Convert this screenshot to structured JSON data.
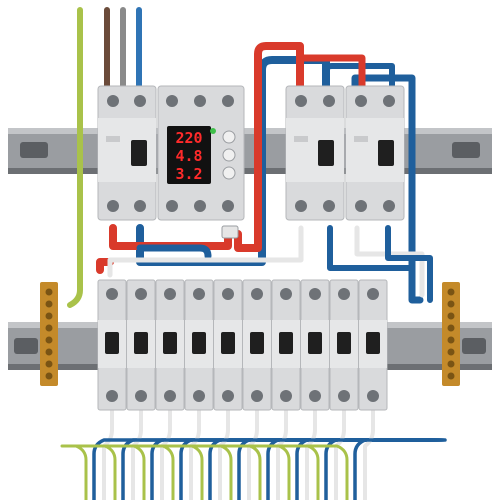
{
  "panel": {
    "meter_readings": [
      "220",
      "4.8",
      "3.2"
    ],
    "breaker_count": 10
  },
  "colors": {
    "background": "#ffffff",
    "rail": "#8c8f93",
    "rail_slot": "#5b5e62",
    "device_body": "#d9dadc",
    "device_edge": "#b5b7ba",
    "lever": "#1f1f1f",
    "meter_screen": "#111111",
    "meter_digits": "#ff2a2a",
    "wire_red": "#d93a2b",
    "wire_blue": "#1f5f9c",
    "wire_white": "#e6e6e6",
    "wire_earth": "#a9c24a",
    "wire_brown": "#6b4b3a",
    "terminal_brass": "#c48a2a",
    "screw": "#6e7277"
  }
}
